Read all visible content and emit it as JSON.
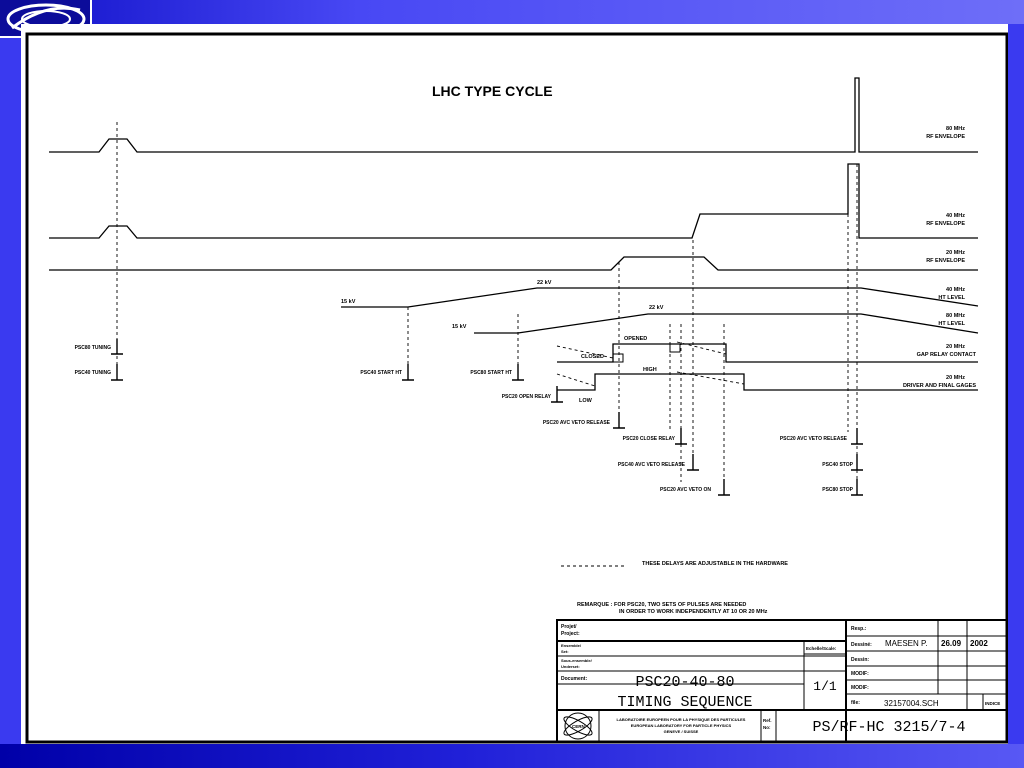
{
  "diagram": {
    "title": "LHC TYPE CYCLE",
    "signal_labels": {
      "rf80_line1": "80 MHz",
      "rf80_line2": "RF ENVELOPE",
      "rf40_line1": "40 MHz",
      "rf40_line2": "RF ENVELOPE",
      "rf20_line1": "20 MHz",
      "rf20_line2": "RF ENVELOPE",
      "ht40_line1": "40 MHz",
      "ht40_line2": "HT LEVEL",
      "ht80_line1": "80 MHz",
      "ht80_line2": "HT LEVEL",
      "gap_line1": "20 MHz",
      "gap_line2": "GAP RELAY CONTACT",
      "drv_line1": "20 MHz",
      "drv_line2": "DRIVER AND FINAL GAGES"
    },
    "voltages": {
      "ht40_start": "15 kV",
      "ht40_peak": "22 kV",
      "ht80_start": "15 kV",
      "ht80_peak": "22 kV"
    },
    "state_labels": {
      "opened": "OPENED",
      "closed": "CLOSED",
      "high": "HIGH",
      "low": "LOW"
    },
    "events": {
      "psc80_tuning": "PSC80 TUNING",
      "psc40_tuning": "PSC40 TUNING",
      "psc40_start_ht": "PSC40 START HT",
      "psc80_start_ht": "PSC80 START HT",
      "psc20_open_relay": "PSC20 OPEN RELAY",
      "psc20_avc_veto_release": "PSC20 AVC VETO RELEASE",
      "psc20_close_relay": "PSC20 CLOSE RELAY",
      "psc40_avc_veto_release": "PSC40 AVC VETO RELEASE",
      "psc20_avc_veto_on": "PSC20 AVC VETO ON",
      "psc20_avc_veto_release_2": "PSC20 AVC VETO RELEASE",
      "psc40_stop": "PSC40 STOP",
      "psc80_stop": "PSC80 STOP"
    },
    "delay_legend": "THESE DELAYS ARE ADJUSTABLE IN THE HARDWARE",
    "remark_line1": "REMARQUE : FOR PSC20, TWO SETS OF PULSES ARE NEEDED",
    "remark_line2": "IN ORDER TO WORK INDEPENDENTLY AT 10 OR 20 MHz"
  },
  "title_block": {
    "projet_label1": "Projet/",
    "projet_label2": "Project:",
    "ensemble_label1": "Ensemble/",
    "ensemble_label2": "Set:",
    "sous_ensemble_label1": "Sous-ensemble/",
    "sous_ensemble_label2": "Underset:",
    "document_label": "Document:",
    "document_line1": "PSC20-40-80",
    "document_line2": "TIMING SEQUENCE",
    "echelle_label": "Echelle/Scale:",
    "scale_value": "1/1",
    "resp_label": "Resp.:",
    "dessine_label": "Dessiné:",
    "dessine_value": "MAESEN P.",
    "date_value": "26.09",
    "year_value": "2002",
    "dessin_label": "Dessin:",
    "modif_label_a": "MODIF:",
    "modif_label_b": "MODIF:",
    "file_label": "file:",
    "file_value": "32157004.SCH",
    "indice_label": "INDICE",
    "org_line1": "LABORATOIRE EUROPEEN POUR LA PHYSIQUE DES PARTICULES",
    "org_line2": "EUROPEAN LABORATORY FOR PARTICLE PHYSICS",
    "org_line3": "GENEVE / SUISSE",
    "ref_label1": "Ref.",
    "ref_label2": "No:",
    "drawing_number": "PS/RF-HC 3215/7-4",
    "cern_logo_text": "CERN"
  }
}
